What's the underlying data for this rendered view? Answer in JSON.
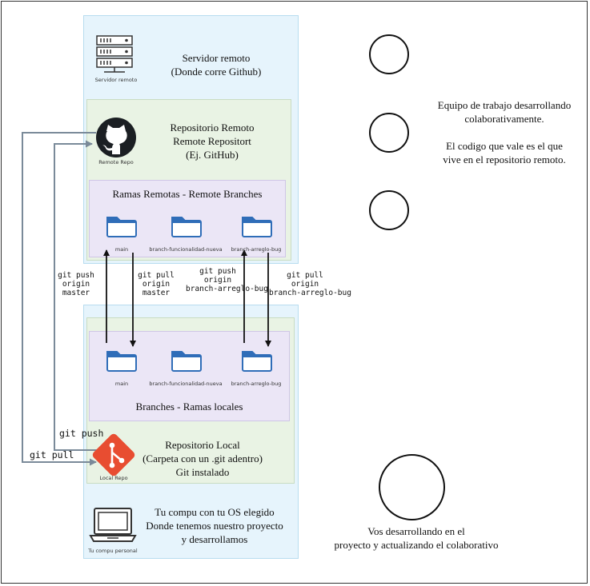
{
  "remote_env": {
    "icon": "server-icon",
    "icon_label": "Servidor remoto",
    "title_1": "Servidor remoto",
    "title_2": "(Donde corre Github)"
  },
  "remote_repo": {
    "icon": "github-icon",
    "icon_label": "Remote Repo",
    "title_1": "Repositorio Remoto",
    "title_2": "Remote Repositort",
    "title_3": "(Ej. GitHub)"
  },
  "remote_branches": {
    "title": "Ramas Remotas - Remote Branches",
    "folders": [
      {
        "label": "main"
      },
      {
        "label": "branch-funcionalidad-nueva"
      },
      {
        "label": "branch-arreglo-bug"
      }
    ]
  },
  "local_branches": {
    "title": "Branches - Ramas locales",
    "folders": [
      {
        "label": "main"
      },
      {
        "label": "branch-funcionalidad-nueva"
      },
      {
        "label": "branch-arreglo-bug"
      }
    ]
  },
  "local_repo": {
    "icon": "git-icon",
    "icon_label": "Local Repo",
    "title_1": "Repositorio Local",
    "title_2": "(Carpeta con un .git adentro)",
    "title_3": "Git instalado"
  },
  "local_env": {
    "icon": "laptop-icon",
    "icon_label": "Tu compu personal",
    "title_1": "Tu compu con tu OS elegido",
    "title_2": "Donde tenemos nuestro proyecto",
    "title_3": "y desarrollamos"
  },
  "commands": {
    "push_main": [
      "git push",
      "origin",
      "master"
    ],
    "pull_main": [
      "git pull",
      "origin",
      "master"
    ],
    "push_bug": [
      "git push",
      "origin",
      "branch-arreglo-bug"
    ],
    "pull_bug": [
      "git pull",
      "origin",
      "branch-arreglo-bug"
    ],
    "push_repo": "git push",
    "pull_repo": "git pull"
  },
  "team": {
    "line_1": "Equipo de trabajo desarrollando",
    "line_2": "colaborativamente.",
    "line_3": "El codigo que vale es el que",
    "line_4": "vive en el repositorio remoto."
  },
  "you": {
    "line_1": "Vos desarrollando en el",
    "line_2": "proyecto y actualizando el colaborativo"
  },
  "colors": {
    "env": "#e6f4fc",
    "repo": "#e9f3e4",
    "branches": "#ebe6f6",
    "folder": "#2f6db8",
    "git": "#e84d31",
    "link": "#7a8a99"
  }
}
